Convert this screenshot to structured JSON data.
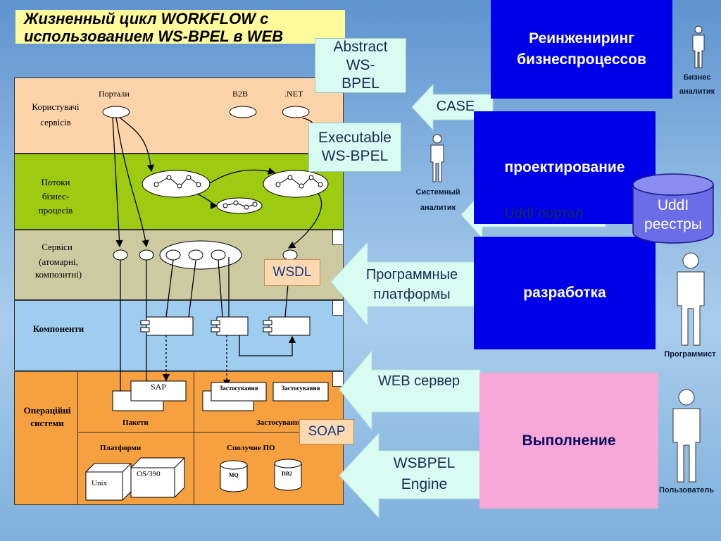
{
  "title": {
    "line1": "Жизненный цикл WORKFLOW с",
    "line2": "использованием WS-BPEL в WEB"
  },
  "layers": {
    "user_services": "Користувачі сервісів",
    "business_flows": "Потоки бізнес-процесів",
    "services": "Сервіси",
    "services_sub": "(атомарні, композитні)",
    "components": "Компоненти",
    "os": "Операційні системи"
  },
  "portal_labels": {
    "portals": "Портали",
    "b2b": "B2B",
    "net": ".NET"
  },
  "boxes": {
    "sap": "SAP",
    "app1": "Застосування",
    "app2": "Застосування",
    "packages": "Пакети",
    "applications": "Застосування",
    "platforms": "Платформи",
    "middleware": "Сполучне ПО",
    "unix": "Unix",
    "os390": "OS/390",
    "mq": "MQ",
    "db2": "DB2"
  },
  "tags": {
    "wsdl": "WSDL",
    "soap": "SOAP"
  },
  "callouts": {
    "abstract": "Abstract WS-BPEL",
    "executable": "Executable WS-BPEL",
    "case": "CASE",
    "uddi_portal": "UddI портал",
    "prog_platforms": "Программные платформы",
    "web_server": "WEB сервер",
    "engine": "WSBPEL Engine"
  },
  "stages": {
    "reengineering": "Реинжениринг бизнеспроцессов",
    "design": "проектирование",
    "development": "разработка",
    "execution": "Выполнение"
  },
  "uddi_registry": "UddI реестры",
  "roles": {
    "business_analyst": "Бизнес аналитик",
    "system_analyst": "Системный аналитик",
    "programmer": "Программист",
    "user": "Пользователь"
  },
  "colors": {
    "title_bg": "#fffb9c",
    "user_layer": "#fdd3aa",
    "flow_layer": "#9dcb12",
    "service_layer": "#cdc9a1",
    "component_layer": "#9ecdf0",
    "os_layer": "#f6a040",
    "stage_blue": "#0000e8",
    "execution_pink": "#f7a8d8",
    "callout": "#d8fbf2",
    "tag": "#fcd9b0"
  }
}
